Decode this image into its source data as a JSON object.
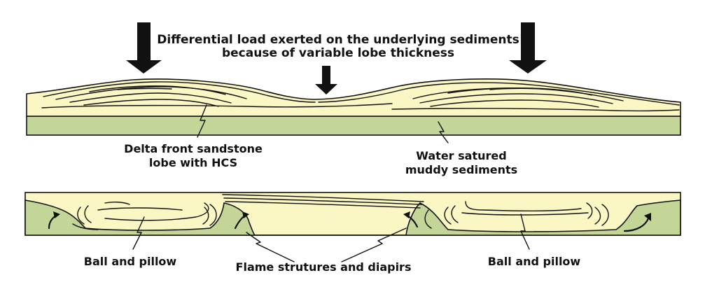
{
  "title": {
    "line1": "Differential load exerted on the underlying sediments",
    "line2": "because of variable lobe thickness"
  },
  "upper_panel": {
    "sandstone_label": {
      "line1": "Delta front sandstone",
      "line2": "lobe with HCS"
    },
    "mud_label": {
      "line1": "Water satured",
      "line2": "muddy sediments"
    }
  },
  "lower_panel": {
    "ball_pillow_left": "Ball and pillow",
    "flame_structures": "Flame strutures and diapirs",
    "ball_pillow_right": "Ball and pillow"
  },
  "colors": {
    "sand": "#fbf7c4",
    "mud": "#c3d597",
    "outline": "#111111",
    "arrow": "#111111"
  },
  "icons": [
    "load-arrow-icon",
    "zigzag-leader-icon",
    "curved-flow-arrow-icon"
  ]
}
